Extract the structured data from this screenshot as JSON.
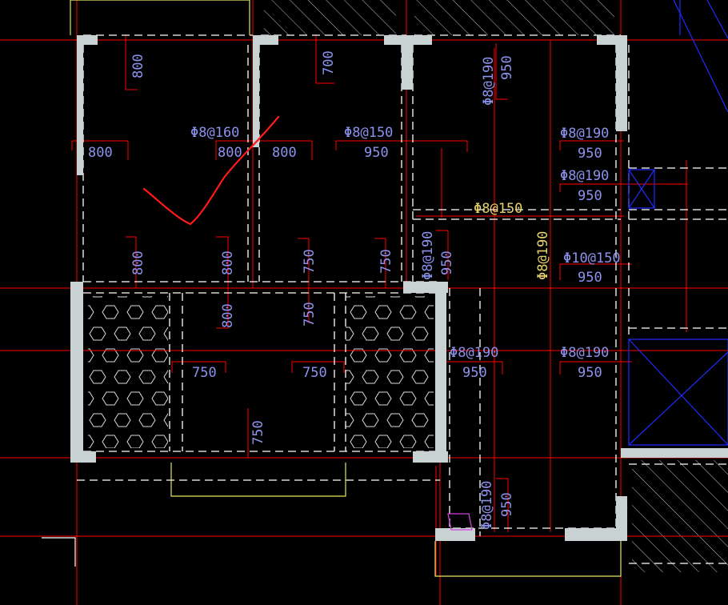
{
  "drawing": {
    "colors": {
      "background": "#000000",
      "wall": "#c8d2d2",
      "gridline": "#ff0000",
      "dashed": "#ffffff",
      "dim_text": "#8c93ee",
      "rebar_text_alt": "#e8d36a",
      "outline_yellow": "#e6e65a",
      "blue_frame": "#1f2cff",
      "markup": "#ff1a1a",
      "magenta": "#d040e0",
      "hatch": "#bfbfbf"
    }
  },
  "labels": {
    "l1": "800",
    "l2": "700",
    "l3": "Φ8@190",
    "l4": "950",
    "l5": "Φ8@160",
    "l6": "800",
    "l7": "800",
    "l8": "800",
    "l9": "Φ8@150",
    "l10": "950",
    "l11": "Φ8@190",
    "l12": "950",
    "l13": "Φ8@190",
    "l14": "950",
    "l15": "Φ8@150",
    "l16": "800",
    "l17": "800",
    "l18": "750",
    "l19": "750",
    "l20": "Φ8@190",
    "l21": "950",
    "l22": "Φ8@190",
    "l23": "Φ10@150",
    "l24": "950",
    "l25": "800",
    "l26": "750",
    "l27": "Φ8@190",
    "l28": "950",
    "l29": "Φ8@190",
    "l30": "950",
    "l31": "750",
    "l32": "750",
    "l33": "750",
    "l34": "Φ8@190",
    "l35": "950"
  }
}
